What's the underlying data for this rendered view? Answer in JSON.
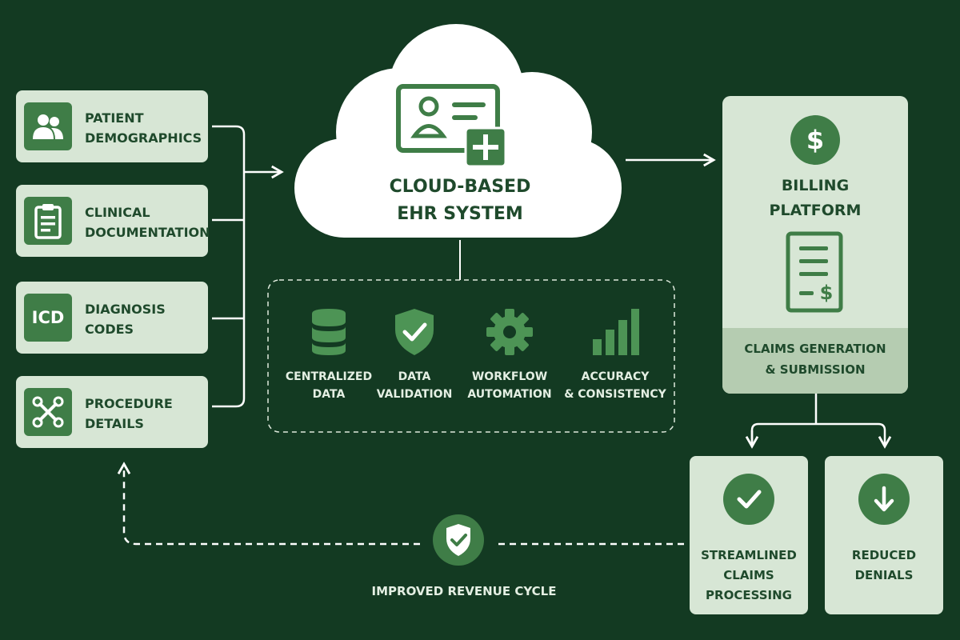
{
  "inputs": [
    {
      "line1": "PATIENT",
      "line2": "DEMOGRAPHICS",
      "icon": "users-icon"
    },
    {
      "line1": "CLINICAL",
      "line2": "DOCUMENTATION",
      "icon": "clipboard-icon"
    },
    {
      "line1": "DIAGNOSIS",
      "line2": "CODES",
      "icon": "icd-icon",
      "icon_text": "ICD"
    },
    {
      "line1": "PROCEDURE",
      "line2": "DETAILS",
      "icon": "scissors-tools-icon"
    }
  ],
  "cloud": {
    "line1": "CLOUD-BASED",
    "line2": "EHR SYSTEM",
    "icon": "id-card-plus-icon"
  },
  "features": [
    {
      "line1": "CENTRALIZED",
      "line2": "DATA",
      "icon": "database-icon"
    },
    {
      "line1": "DATA",
      "line2": "VALIDATION",
      "icon": "shield-check-icon"
    },
    {
      "line1": "WORKFLOW",
      "line2": "AUTOMATION",
      "icon": "gear-icon"
    },
    {
      "line1": "ACCURACY",
      "line2": "& CONSISTENCY",
      "icon": "bar-chart-icon"
    }
  ],
  "billing": {
    "line1": "BILLING",
    "line2": "PLATFORM",
    "sub1": "CLAIMS GENERATION",
    "sub2": "& SUBMISSION",
    "icons": [
      "dollar-icon",
      "invoice-icon"
    ],
    "currency_symbol": "$"
  },
  "outcomes": [
    {
      "line1": "STREAMLINED",
      "line2": "CLAIMS",
      "line3": "PROCESSING",
      "icon": "check-circle-icon"
    },
    {
      "line1": "REDUCED",
      "line2": "DENIALS",
      "icon": "arrow-down-circle-icon"
    }
  ],
  "feedback": {
    "label": "IMPROVED REVENUE CYCLE",
    "icon": "shield-check-icon"
  },
  "colors": {
    "background": "#133a22",
    "card": "#d7e6d5",
    "accent": "#3f7d47",
    "text_dark": "#1f4a2c",
    "text_light": "#e4efe3"
  }
}
